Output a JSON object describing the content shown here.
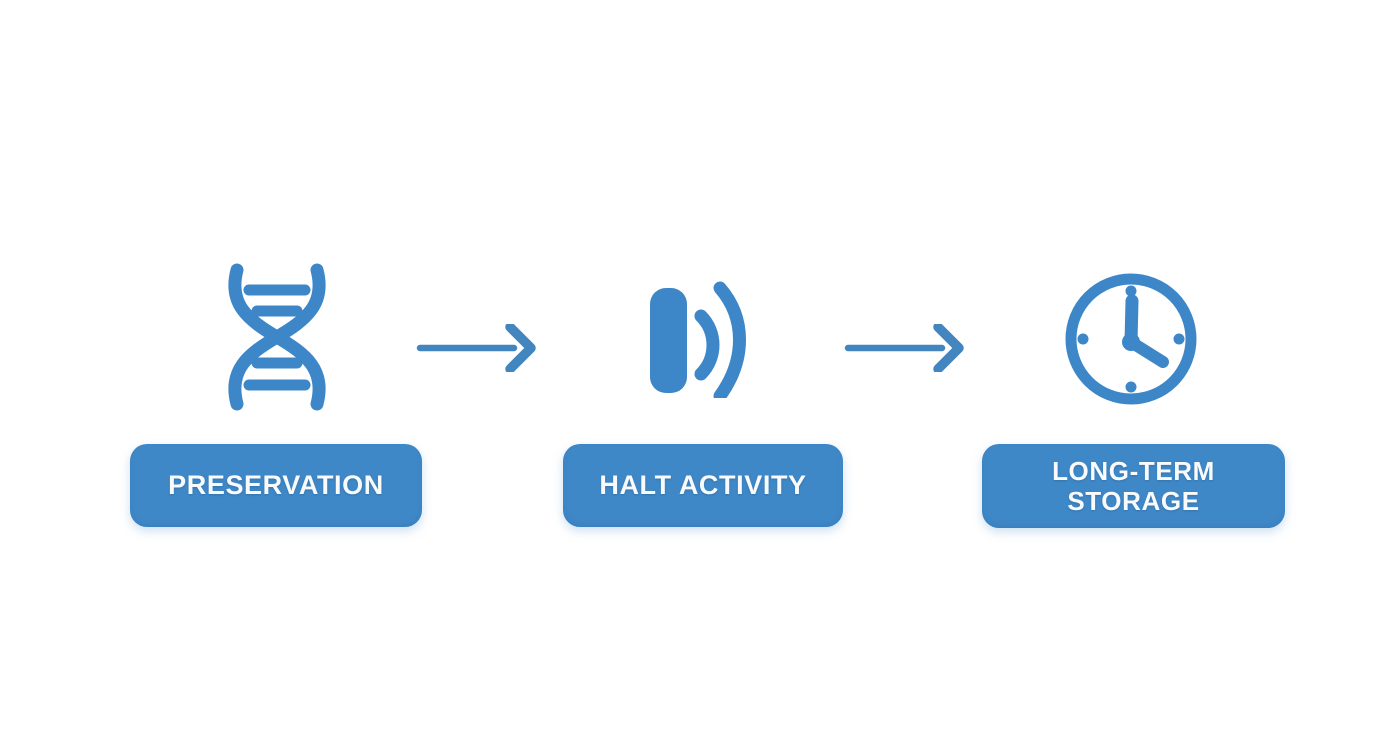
{
  "colors": {
    "accent_blue": "#3d87c8",
    "pill_blue": "#3f88c8",
    "label_text": "#f8fafc",
    "background": "#ffffff"
  },
  "diagram": {
    "type": "flow",
    "direction": "left-to-right",
    "steps": [
      {
        "icon": "dna-icon",
        "label": "PRESERVATION",
        "label_lines": [
          "PRESERVATION"
        ]
      },
      {
        "icon": "pause-soundwave-icon",
        "label": "HALT ACTIVITY",
        "label_lines": [
          "HALT ACTIVITY"
        ]
      },
      {
        "icon": "clock-icon",
        "label": "LONG-TERM STORAGE",
        "label_lines": [
          "LONG-TERM",
          "STORAGE"
        ]
      }
    ],
    "connectors": [
      {
        "type": "arrow-right",
        "from_step": 0,
        "to_step": 1
      },
      {
        "type": "arrow-right",
        "from_step": 1,
        "to_step": 2
      }
    ]
  }
}
